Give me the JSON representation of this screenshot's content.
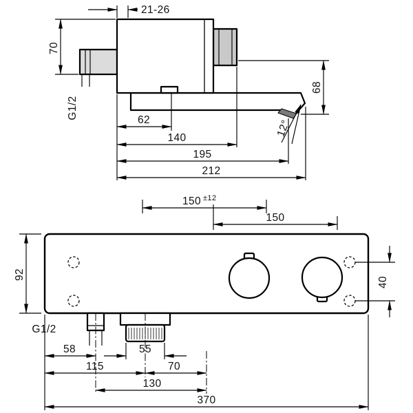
{
  "top_view": {
    "depth_range": "21-26",
    "height_top": "70",
    "thread_label": "G1/2",
    "len_62": "62",
    "len_140": "140",
    "len_195": "195",
    "len_212": "212",
    "height_right": "68",
    "spout_angle": "12°"
  },
  "front_view": {
    "center_span_value": "150",
    "center_span_tolerance": "±12",
    "knob_span": "150",
    "body_height": "92",
    "hole_span": "40",
    "thread_label": "G1/2",
    "len_58": "58",
    "len_55": "55",
    "len_115": "115",
    "len_70": "70",
    "len_130": "130",
    "total_width": "370"
  }
}
